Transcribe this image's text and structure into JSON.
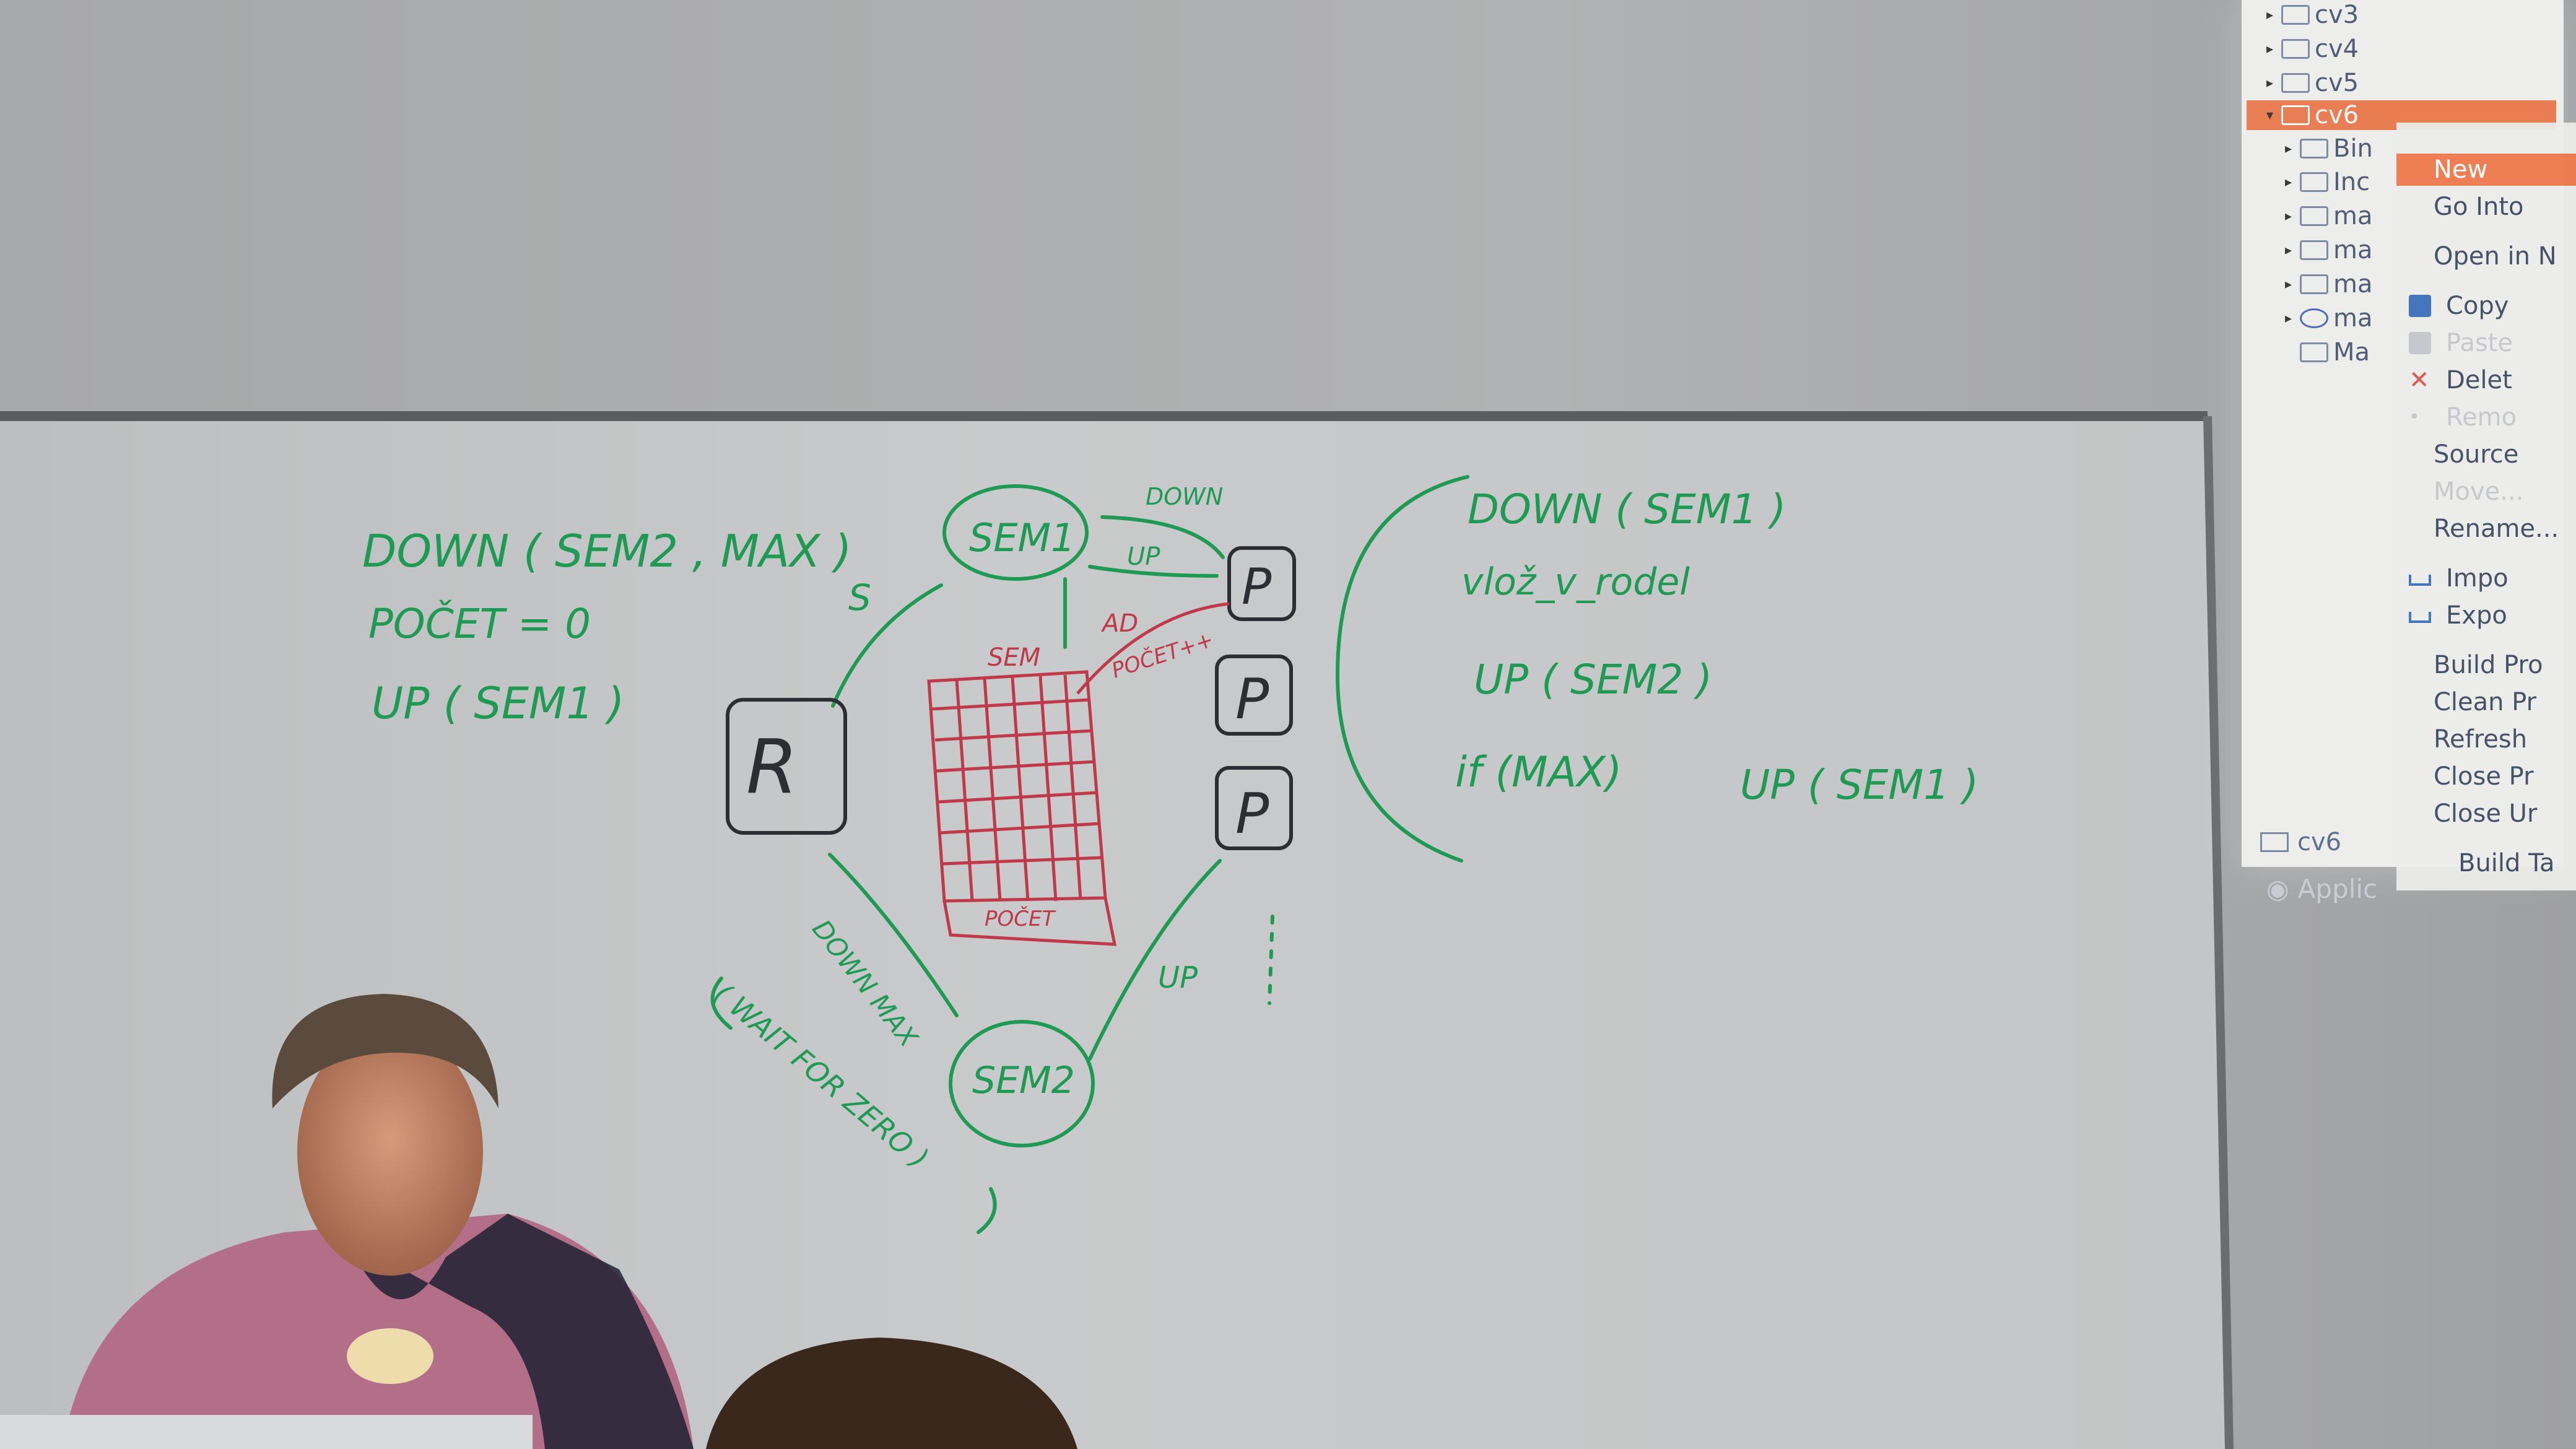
{
  "board": {
    "left_column": [
      "DOWN ( SEM2 , MAX )",
      "POČET = 0",
      "UP ( SEM1 )"
    ],
    "right_column": [
      "DOWN ( SEM1 )",
      "vlož_v_rodel",
      "UP ( SEM2 )",
      "if (MAX)",
      "UP ( SEM1 )"
    ],
    "nodes": {
      "sem1": "SEM1",
      "sem2": "SEM2",
      "sem": "SEM",
      "reader": "R",
      "producers": [
        "P",
        "P",
        "P"
      ],
      "buffer_label": "POČET"
    },
    "edge_labels": [
      "S",
      "DOWN",
      "UP",
      "AD",
      "POČET++",
      "DOWN MAX",
      "UP",
      "( WAIT FOR ZERO )"
    ]
  },
  "tree": {
    "items": [
      {
        "label": "cv3",
        "level": 0,
        "selected": false
      },
      {
        "label": "cv4",
        "level": 0,
        "selected": false
      },
      {
        "label": "cv5",
        "level": 0,
        "selected": false
      },
      {
        "label": "cv6",
        "level": 0,
        "selected": true
      },
      {
        "label": "Bin",
        "level": 1,
        "selected": false
      },
      {
        "label": "Inc",
        "level": 1,
        "selected": false
      },
      {
        "label": "ma",
        "level": 1,
        "selected": false
      },
      {
        "label": "ma",
        "level": 1,
        "selected": false
      },
      {
        "label": "ma",
        "level": 1,
        "selected": false
      },
      {
        "label": "ma",
        "level": 1,
        "selected": false
      },
      {
        "label": "Ma",
        "level": 1,
        "selected": false
      }
    ],
    "bottom_tab": "cv6",
    "app_label": "Applic"
  },
  "context_menu": {
    "items": [
      {
        "label": "New",
        "state": "active"
      },
      {
        "label": "Go Into",
        "state": "normal"
      },
      {
        "label": "Open in N",
        "state": "normal"
      },
      {
        "label": "Copy",
        "state": "normal",
        "icon": "copy-icon"
      },
      {
        "label": "Paste",
        "state": "disabled",
        "icon": "paste-icon"
      },
      {
        "label": "Delet",
        "state": "normal",
        "icon": "delete-icon"
      },
      {
        "label": "Remo",
        "state": "disabled",
        "icon": "remove-icon"
      },
      {
        "label": "Source",
        "state": "normal"
      },
      {
        "label": "Move...",
        "state": "disabled"
      },
      {
        "label": "Rename...",
        "state": "normal"
      },
      {
        "label": "Impo",
        "state": "normal",
        "icon": "import-icon"
      },
      {
        "label": "Expo",
        "state": "normal",
        "icon": "export-icon"
      },
      {
        "label": "Build Pro",
        "state": "normal"
      },
      {
        "label": "Clean Pr",
        "state": "normal"
      },
      {
        "label": "Refresh",
        "state": "normal"
      },
      {
        "label": "Close Pr",
        "state": "normal"
      },
      {
        "label": "Close Ur",
        "state": "normal"
      },
      {
        "label": "Build Ta",
        "state": "normal"
      }
    ]
  },
  "colors": {
    "marker_green": "#1f9a55",
    "marker_red": "#c0394a",
    "marker_black": "#2b2f33",
    "selection_orange": "#ef7a4c",
    "board": "#c3c5c6",
    "wall": "#a9aaab"
  }
}
